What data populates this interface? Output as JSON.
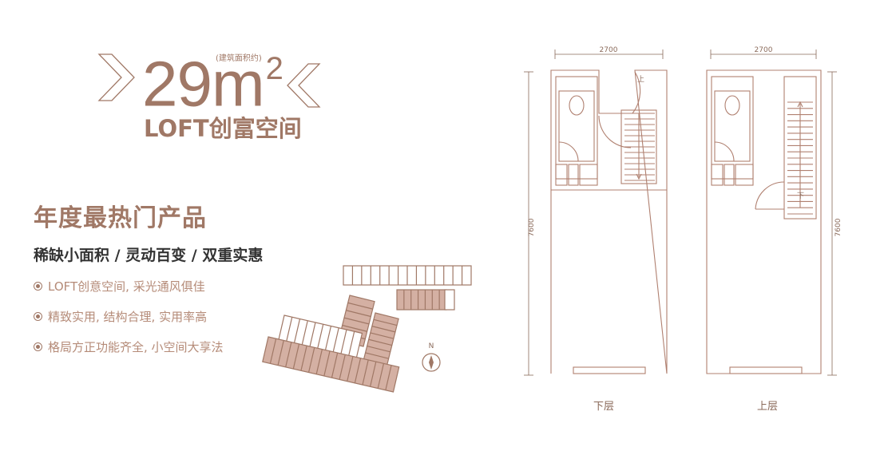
{
  "hero": {
    "area_value": "29m",
    "area_unit_sup": "2",
    "area_note": "(建筑面积约)",
    "subtitle": "LOFT创富空间"
  },
  "section": {
    "title": "年度最热门产品",
    "features_headline": "稀缺小面积 / 灵动百变 / 双重实惠",
    "bullets": [
      "LOFT创意空间, 采光通风俱佳",
      "精致实用, 结构合理, 实用率高",
      "格局方正功能齐全, 小空间大享法"
    ]
  },
  "site_plan": {
    "north_label": "N"
  },
  "floor_plans": [
    {
      "label": "下层",
      "width_dim": "2700",
      "depth_dim": "7600",
      "stair_label": "上"
    },
    {
      "label": "上层",
      "width_dim": "2700",
      "depth_dim": "7600",
      "stair_label": "下"
    }
  ],
  "colors": {
    "accent": "#a07866",
    "line": "#b08070",
    "fill": "#d4b0a3"
  }
}
